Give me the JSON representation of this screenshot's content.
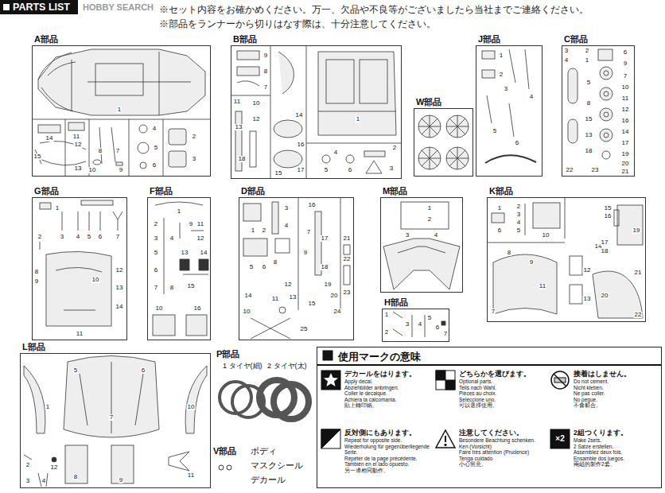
{
  "diagram": {
    "title": "PARTS LIST",
    "nodes": [
      {
        "text": [
          "A部品",
          "1",
          "14",
          "11",
          "12",
          "13",
          "15",
          "9",
          "8",
          "7",
          "10",
          "4",
          "5",
          "6",
          "2",
          "3"
        ]
      },
      {
        "text": [
          "B部品",
          "9",
          "8",
          "7",
          "11",
          "10",
          "12",
          "13",
          "14",
          "16",
          "18",
          "17",
          "15",
          "1",
          "4",
          "2",
          "3",
          "5",
          "6"
        ]
      },
      {
        "text": [
          "J部品",
          "1",
          "2",
          "3",
          "4",
          "5",
          "6"
        ]
      },
      {
        "text": [
          "C部品",
          "3",
          "4",
          "2",
          "1",
          "6",
          "9",
          "5",
          "7",
          "10",
          "11",
          "8",
          "12",
          "15",
          "16",
          "13",
          "14",
          "17",
          "19",
          "18",
          "20",
          "21",
          "22",
          "23"
        ]
      },
      {
        "text": [
          "W部品"
        ]
      },
      {
        "text": [
          "G部品",
          "1",
          "2",
          "3",
          "4",
          "5",
          "6",
          "7",
          "8",
          "9",
          "10",
          "11",
          "12",
          "13",
          "14"
        ]
      },
      {
        "text": [
          "F部品",
          "1",
          "2",
          "3",
          "4",
          "5",
          "6",
          "7",
          "8",
          "9",
          "10",
          "11",
          "12",
          "13",
          "14",
          "15",
          "16"
        ]
      },
      {
        "text": [
          "D部品",
          "1",
          "2",
          "3",
          "4",
          "5",
          "6",
          "7",
          "8",
          "9",
          "10",
          "11",
          "12",
          "13",
          "14",
          "15",
          "16",
          "17",
          "18",
          "19",
          "20",
          "21",
          "22",
          "23",
          "24",
          "25"
        ]
      },
      {
        "text": [
          "M部品",
          "1",
          "2",
          "3",
          "4"
        ]
      },
      {
        "text": [
          "K部品",
          "1",
          "2",
          "3",
          "4",
          "5",
          "6",
          "7",
          "8",
          "9",
          "10",
          "11",
          "12",
          "13",
          "14",
          "15",
          "16",
          "17",
          "18",
          "19",
          "20",
          "21",
          "22"
        ]
      },
      {
        "text": [
          "H部品",
          "1",
          "2",
          "3",
          "4",
          "5",
          "6",
          "7"
        ]
      },
      {
        "text": [
          "L部品",
          "1",
          "2",
          "3",
          "4",
          "5",
          "6",
          "7",
          "8",
          "9",
          "10",
          "11",
          "12"
        ]
      },
      {
        "text": [
          "使用マークの意味"
        ]
      },
      {
        "text": [
          "デカールをはります。",
          "Apply decal.",
          "Abziehbilder anbringen.",
          "Coller le decalque.",
          "Achiera la calcomania.",
          "貼上轉印紙。"
        ],
        "in": 12
      },
      {
        "text": [
          "どちらかを選びます。",
          "Optional parts.",
          "Teils nach Wahl.",
          "Pièces au choix.",
          "Seleccione uno.",
          "可以選擇使用。"
        ],
        "in": 12
      },
      {
        "text": [
          "接着はしません。",
          "Do not cement.",
          "Nicht kleben.",
          "Ne pas coller.",
          "No pegue.",
          "不會黏合。"
        ],
        "in": 12
      },
      {
        "text": [
          "反対側にもあります。",
          "Repeat for opposite side.",
          "Wiederholung für gegenüberliegende Seite.",
          "Répéter de la page précédente.",
          "También en el lado opuesto.",
          "另一邊相同動作。"
        ],
        "in": 12
      },
      {
        "text": [
          "注意してください。",
          "Besondere Beachtung schenken.",
          "Ken (Vorsicht)",
          "Faire très attention (Prudence)",
          "Tenga cuidado",
          "小心留意。"
        ],
        "in": 12
      },
      {
        "text": [
          "2組つくります。",
          "Make 2sets.",
          "2 Satze erstellen.",
          "Assemblez deux fois.",
          "Ensamble dos juegos.",
          "兩組的製作2套。"
        ],
        "in": 12
      }
    ],
    "labels": [
      "HOBBY SEARCH",
      "※セット内容をお確かめください。万一、欠品や不良等がございましたら当社までご連絡ください。",
      "※部品をランナーから切りはなす際は、十分注意してください。",
      "P部品",
      "1 タイヤ(細)",
      "2 タイヤ(太)",
      "V部品",
      "ボディ",
      "マスクシール",
      "デカール",
      "×2"
    ]
  }
}
